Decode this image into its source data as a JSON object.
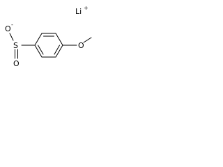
{
  "molecule": {
    "counter_ion": {
      "symbol": "Li",
      "charge": "+"
    },
    "sulfinate": {
      "sulfur": "S",
      "oxygen_anion": {
        "symbol": "O",
        "charge": "-"
      },
      "oxygen_double": "O"
    },
    "methoxy_oxygen": "O"
  }
}
